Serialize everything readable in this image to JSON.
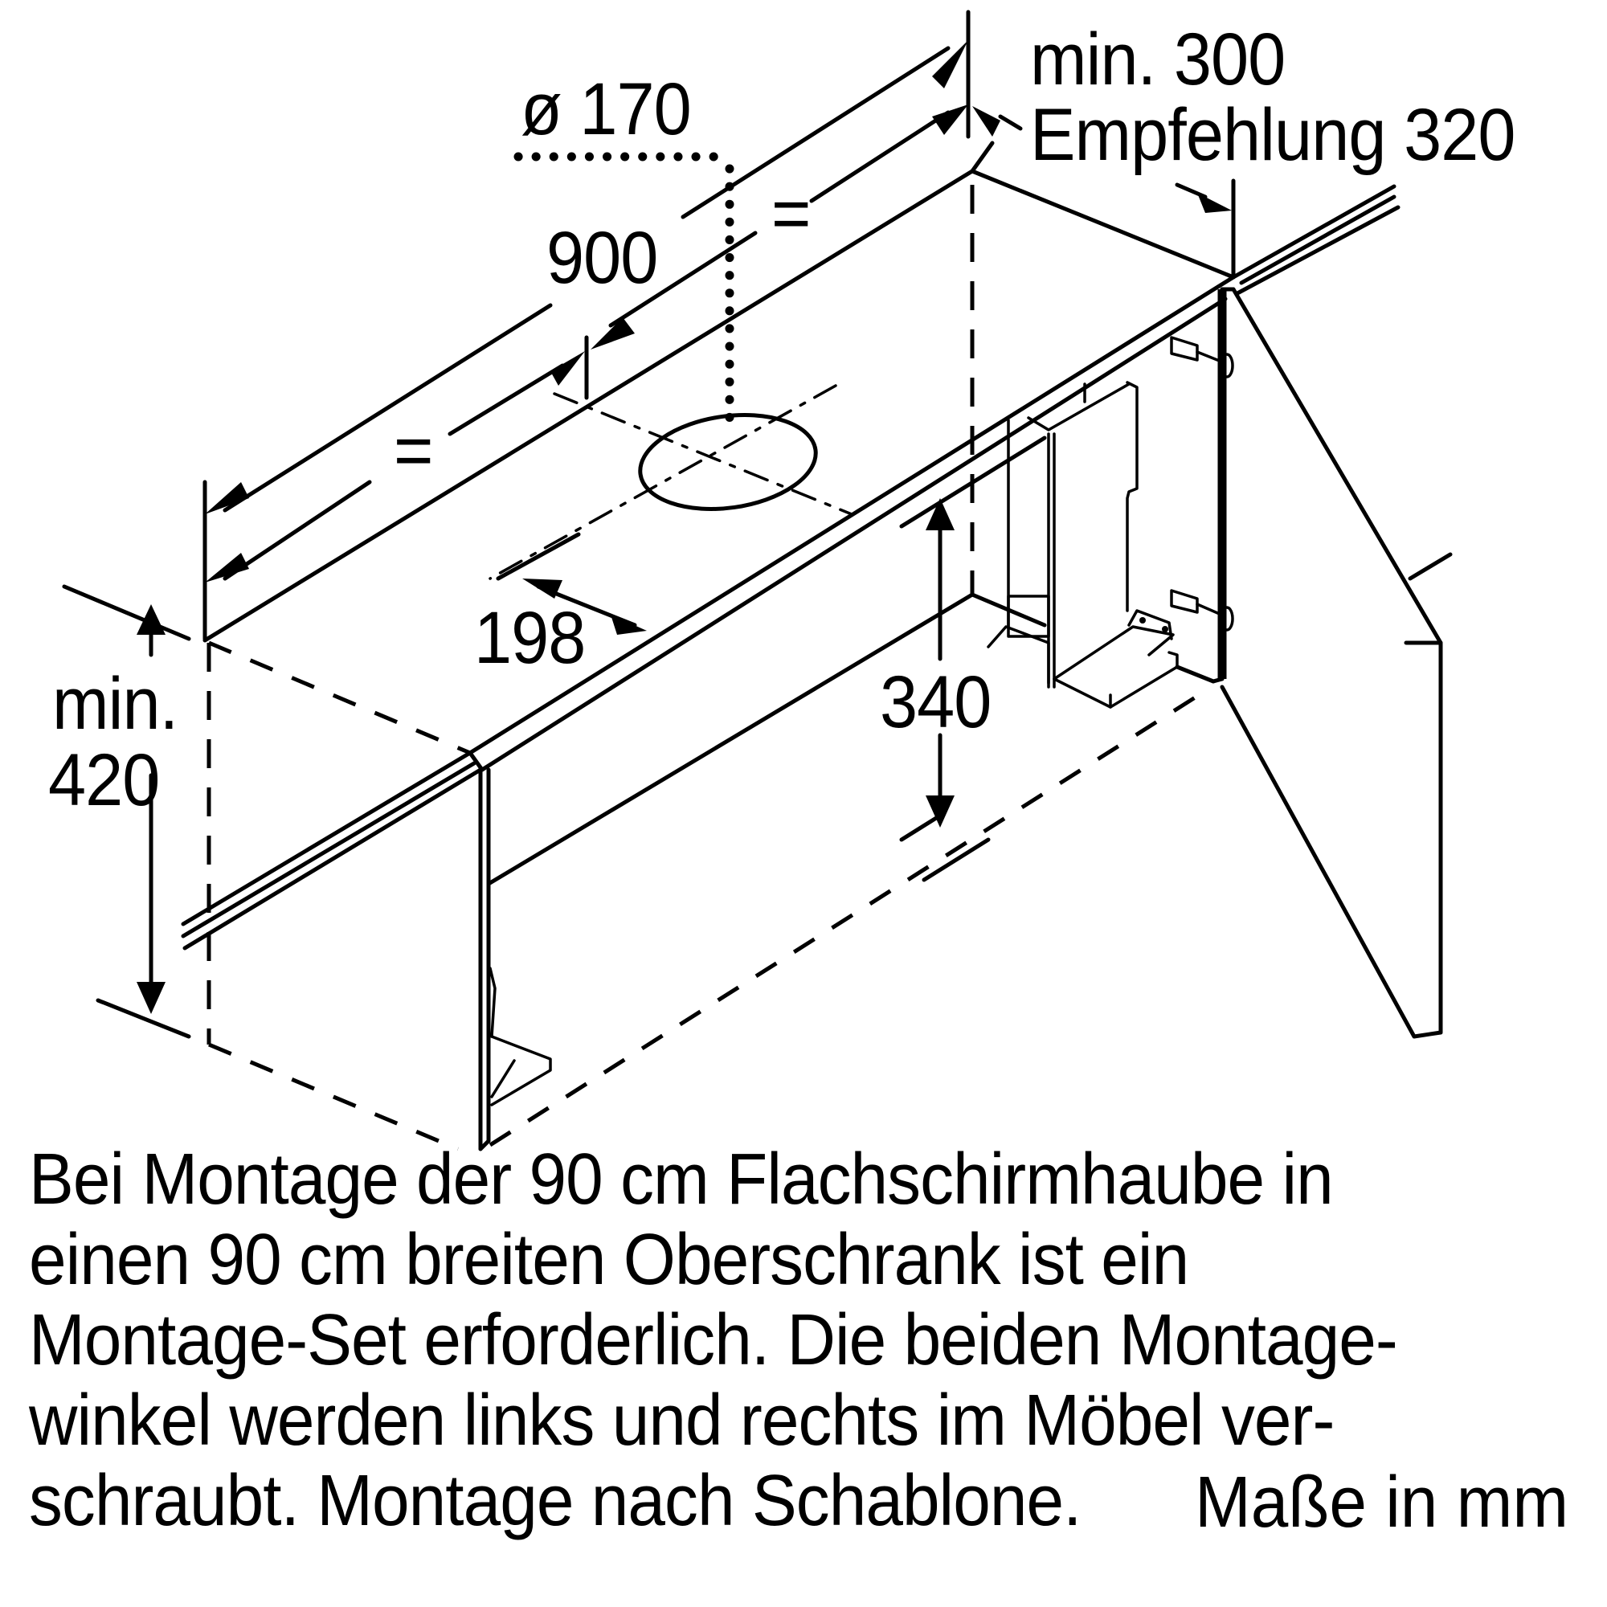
{
  "diagram": {
    "title": "Einbauzeichnung Flachschirmhaube 90 cm im Oberschrank",
    "dimensions": {
      "duct_diameter": "ø 170",
      "width": "900",
      "equal_mark_top": "=",
      "equal_mark_left": "=",
      "depth_offset": "198",
      "cabinet_depth_line1": "min. 300",
      "cabinet_depth_line2": "Empfehlung 320",
      "height_line1": "min.",
      "height_line2": "420",
      "inner_height": "340"
    }
  },
  "caption": {
    "lines": [
      "Bei Montage der 90 cm Flachschirmhaube in",
      "einen 90 cm breiten Oberschrank ist ein",
      "Montage-Set erforderlich. Die beiden Montage-",
      "winkel werden links und rechts im Möbel ver-",
      "schraubt. Montage nach Schablone."
    ],
    "units": "Maße in mm"
  }
}
